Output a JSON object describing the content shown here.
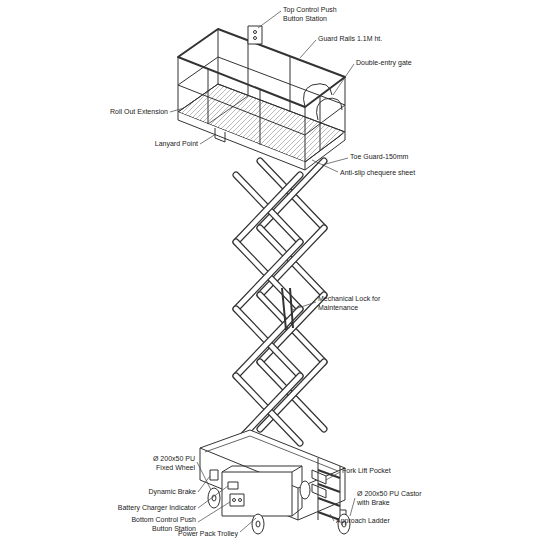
{
  "diagram": {
    "labels": [
      "Top Control Push Button Station",
      "Guard Rails 1.1M ht.",
      "Double-entry gate",
      "Roll Out Extension",
      "Lanyard Point",
      "Toe Guard-150mm",
      "Anti-slip chequere sheet",
      "Mechanical Lock for Maintenance",
      "Ø 200x50 PU Fixed Wheel",
      "Fork Lift Pocket",
      "Dynamic Brake",
      "Ø 200x50 PU Castor with Brake",
      "Battery Charger Indicator",
      "Bottom Control Push Button Station",
      "Approach Ladder",
      "Power Pack Trolley"
    ]
  }
}
